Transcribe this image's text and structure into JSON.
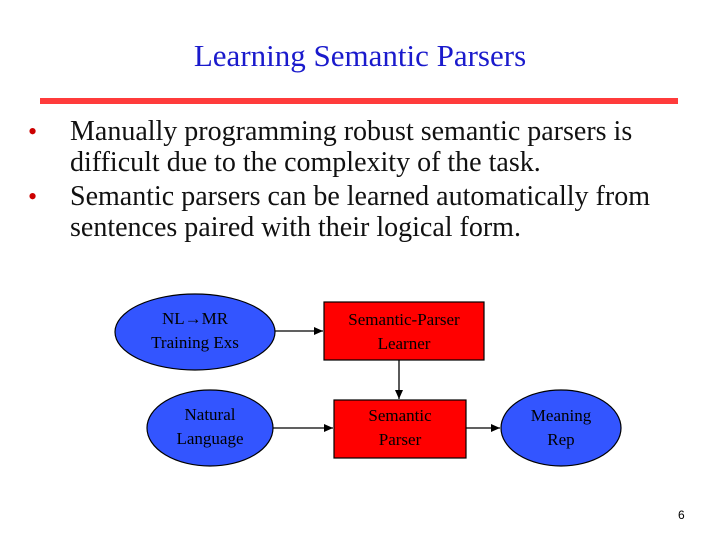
{
  "slide": {
    "title": "Learning Semantic Parsers",
    "bullet_marker": "•",
    "bullets": [
      "Manually programming robust semantic parsers is difficult due to the complexity of the task.",
      "Semantic parsers can be learned automatically from sentences paired with their logical form."
    ],
    "page_number": "6"
  },
  "diagram": {
    "nodes": {
      "training_exs": {
        "line1": "NL→MR",
        "line2": "Training Exs",
        "shape": "ellipse",
        "fill": "#3355ff"
      },
      "learner": {
        "line1": "Semantic-Parser",
        "line2": "Learner",
        "shape": "rect",
        "fill": "#ff0000"
      },
      "natural_language": {
        "line1": "Natural",
        "line2": "Language",
        "shape": "ellipse",
        "fill": "#3355ff"
      },
      "parser": {
        "line1": "Semantic",
        "line2": "Parser",
        "shape": "rect",
        "fill": "#ff0000"
      },
      "meaning_rep": {
        "line1": "Meaning",
        "line2": "Rep",
        "shape": "ellipse",
        "fill": "#3355ff"
      }
    },
    "edges": [
      [
        "training_exs",
        "learner"
      ],
      [
        "learner",
        "parser"
      ],
      [
        "natural_language",
        "parser"
      ],
      [
        "parser",
        "meaning_rep"
      ]
    ]
  },
  "colors": {
    "title": "#1a1acc",
    "rule": "#ff3b3b",
    "bullet_marker": "#cc0000"
  }
}
